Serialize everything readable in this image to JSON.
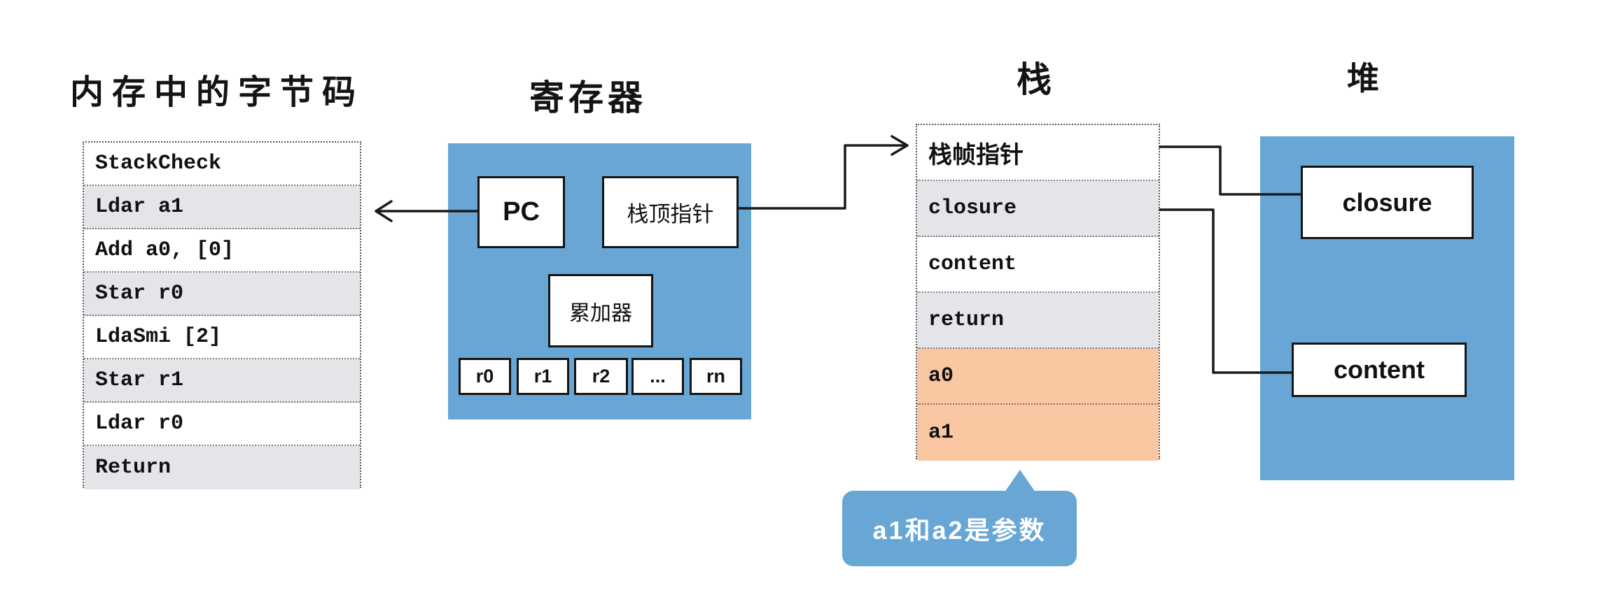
{
  "titles": {
    "bytecode": "内存中的字节码",
    "registers": "寄存器",
    "stack": "栈",
    "heap": "堆"
  },
  "bytecode_rows": [
    "StackCheck",
    "Ldar a1",
    "Add a0, [0]",
    "Star r0",
    "LdaSmi [2]",
    "Star r1",
    "Ldar r0",
    "Return"
  ],
  "registers": {
    "pc": "PC",
    "stack_top_pointer": "栈顶指针",
    "accumulator": "累加器",
    "general_registers": [
      "r0",
      "r1",
      "r2",
      "...",
      "rn"
    ]
  },
  "stack_rows": [
    {
      "label": "栈帧指针",
      "bg": "white"
    },
    {
      "label": "closure",
      "bg": "gray"
    },
    {
      "label": "content",
      "bg": "white"
    },
    {
      "label": "return",
      "bg": "gray"
    },
    {
      "label": "a0",
      "bg": "orange"
    },
    {
      "label": "a1",
      "bg": "orange"
    }
  ],
  "heap": {
    "closure": "closure",
    "content": "content"
  },
  "bubble": {
    "text": "a1和a2是参数"
  },
  "colors": {
    "panel_blue": "#68a7d5",
    "row_gray": "#e4e5e9",
    "row_orange": "#f9c7a1",
    "line_black": "#1a1a1a",
    "background": "#ffffff"
  }
}
